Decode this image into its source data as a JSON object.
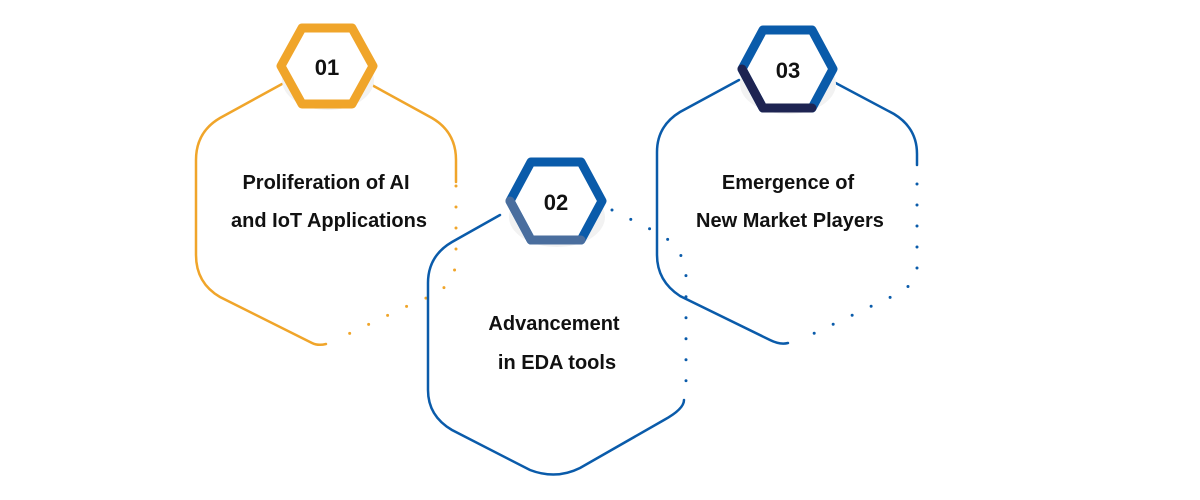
{
  "colors": {
    "orange": "#F0A52A",
    "blue": "#0A5BAA",
    "navy": "#1E2452",
    "steel": "#4A6E9E",
    "shadow": "#F2F2F2"
  },
  "items": [
    {
      "number": "01",
      "line1": "Proliferation of AI",
      "line2": "and IoT Applications",
      "color": "orange"
    },
    {
      "number": "02",
      "line1": "Advancement",
      "line2": "in EDA tools",
      "color": "blue"
    },
    {
      "number": "03",
      "line1": "Emergence of",
      "line2": "New Market Players",
      "color": "blue"
    }
  ]
}
